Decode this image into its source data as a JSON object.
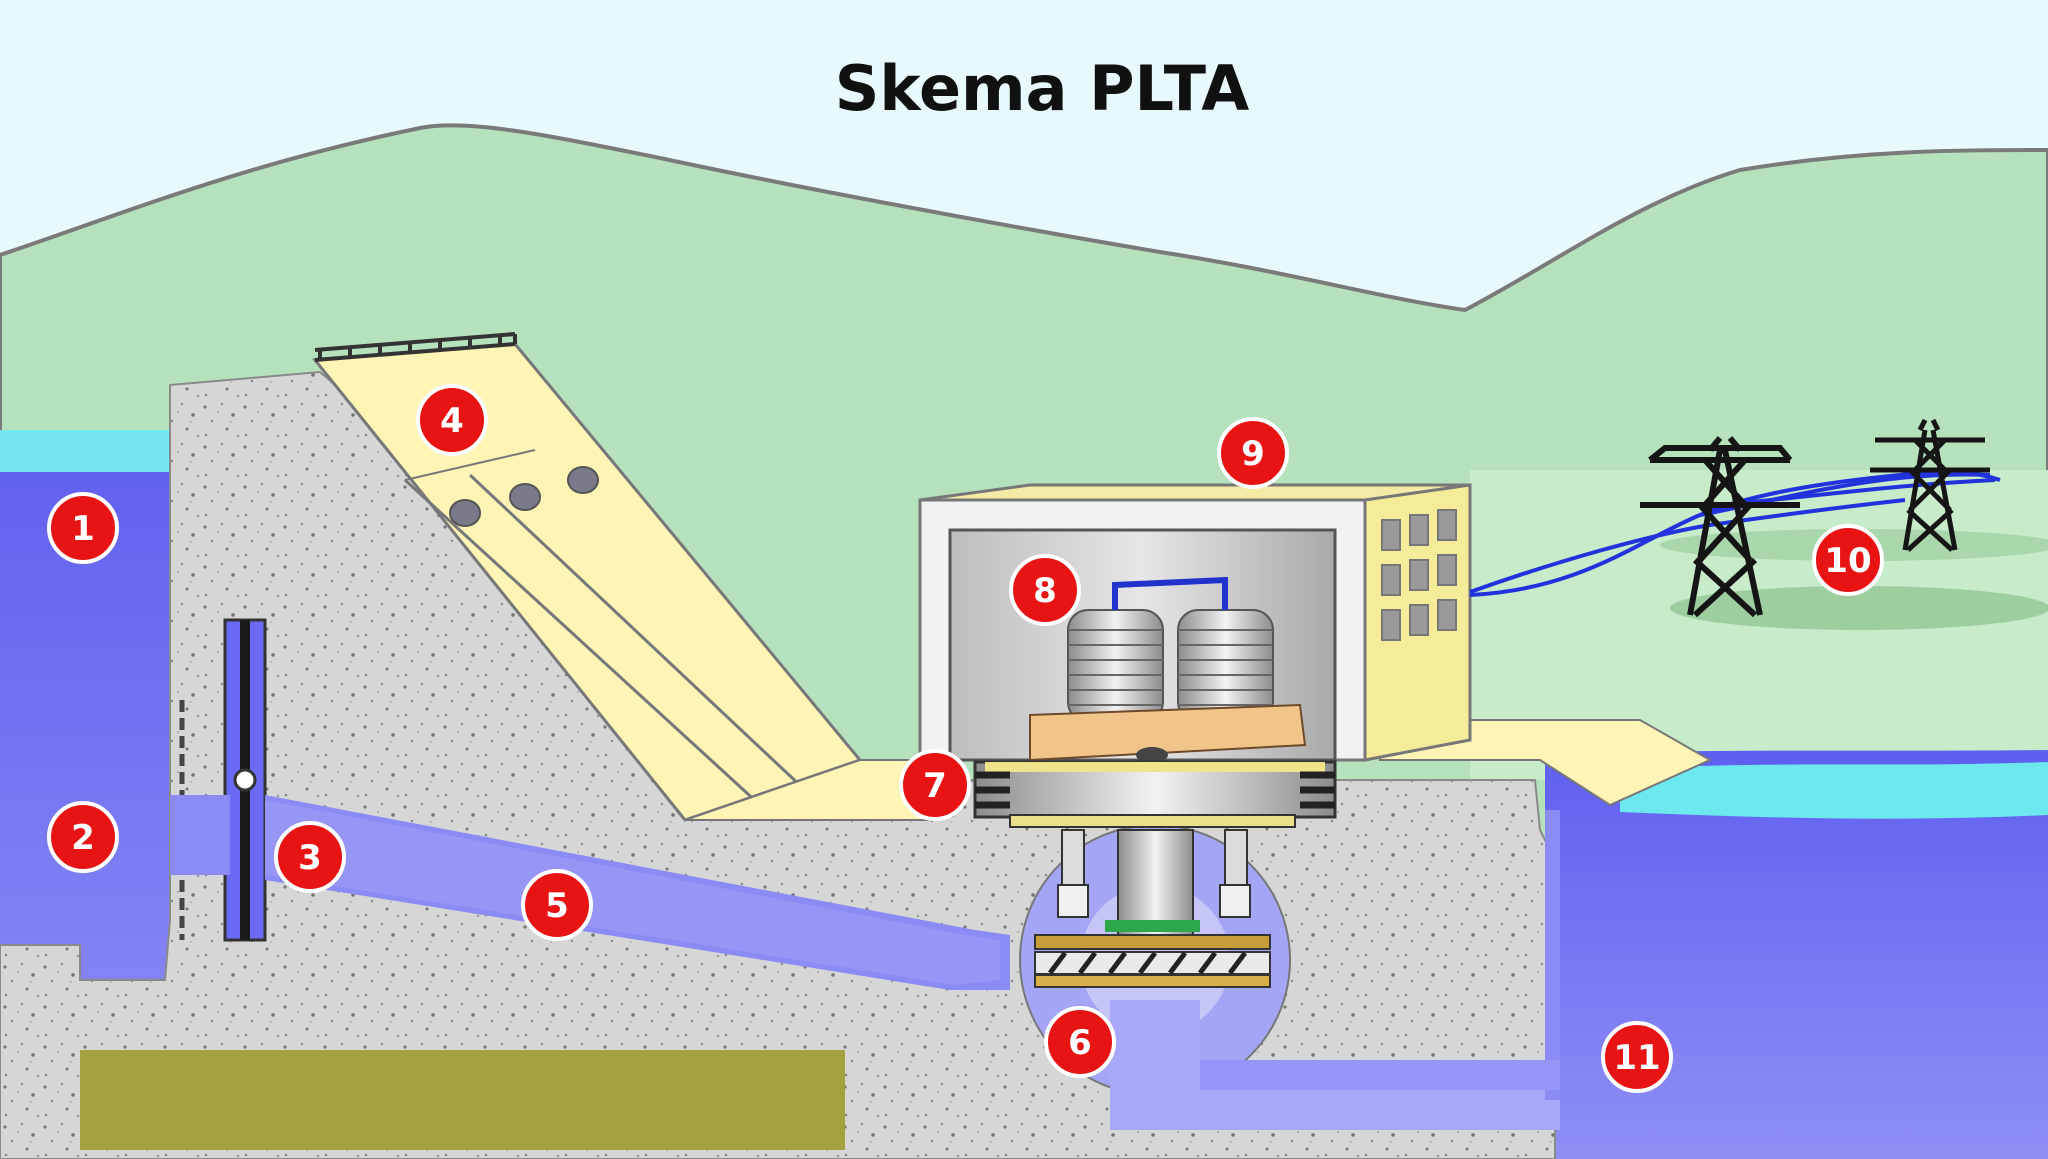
{
  "title": "Skema PLTA",
  "markers": [
    {
      "id": "1",
      "label": "1"
    },
    {
      "id": "2",
      "label": "2"
    },
    {
      "id": "3",
      "label": "3"
    },
    {
      "id": "4",
      "label": "4"
    },
    {
      "id": "5",
      "label": "5"
    },
    {
      "id": "6",
      "label": "6"
    },
    {
      "id": "7",
      "label": "7"
    },
    {
      "id": "8",
      "label": "8"
    },
    {
      "id": "9",
      "label": "9"
    },
    {
      "id": "10",
      "label": "10"
    },
    {
      "id": "11",
      "label": "11"
    }
  ],
  "colors": {
    "sky": "#e8f9fb",
    "hills": "#b5e2bd",
    "water": "#7d7ef2",
    "concrete": "#d4d4d4",
    "dam_face": "#fdf4b6",
    "marker": "#e81414",
    "tower": "#151515",
    "power_line": "#2233dd"
  }
}
